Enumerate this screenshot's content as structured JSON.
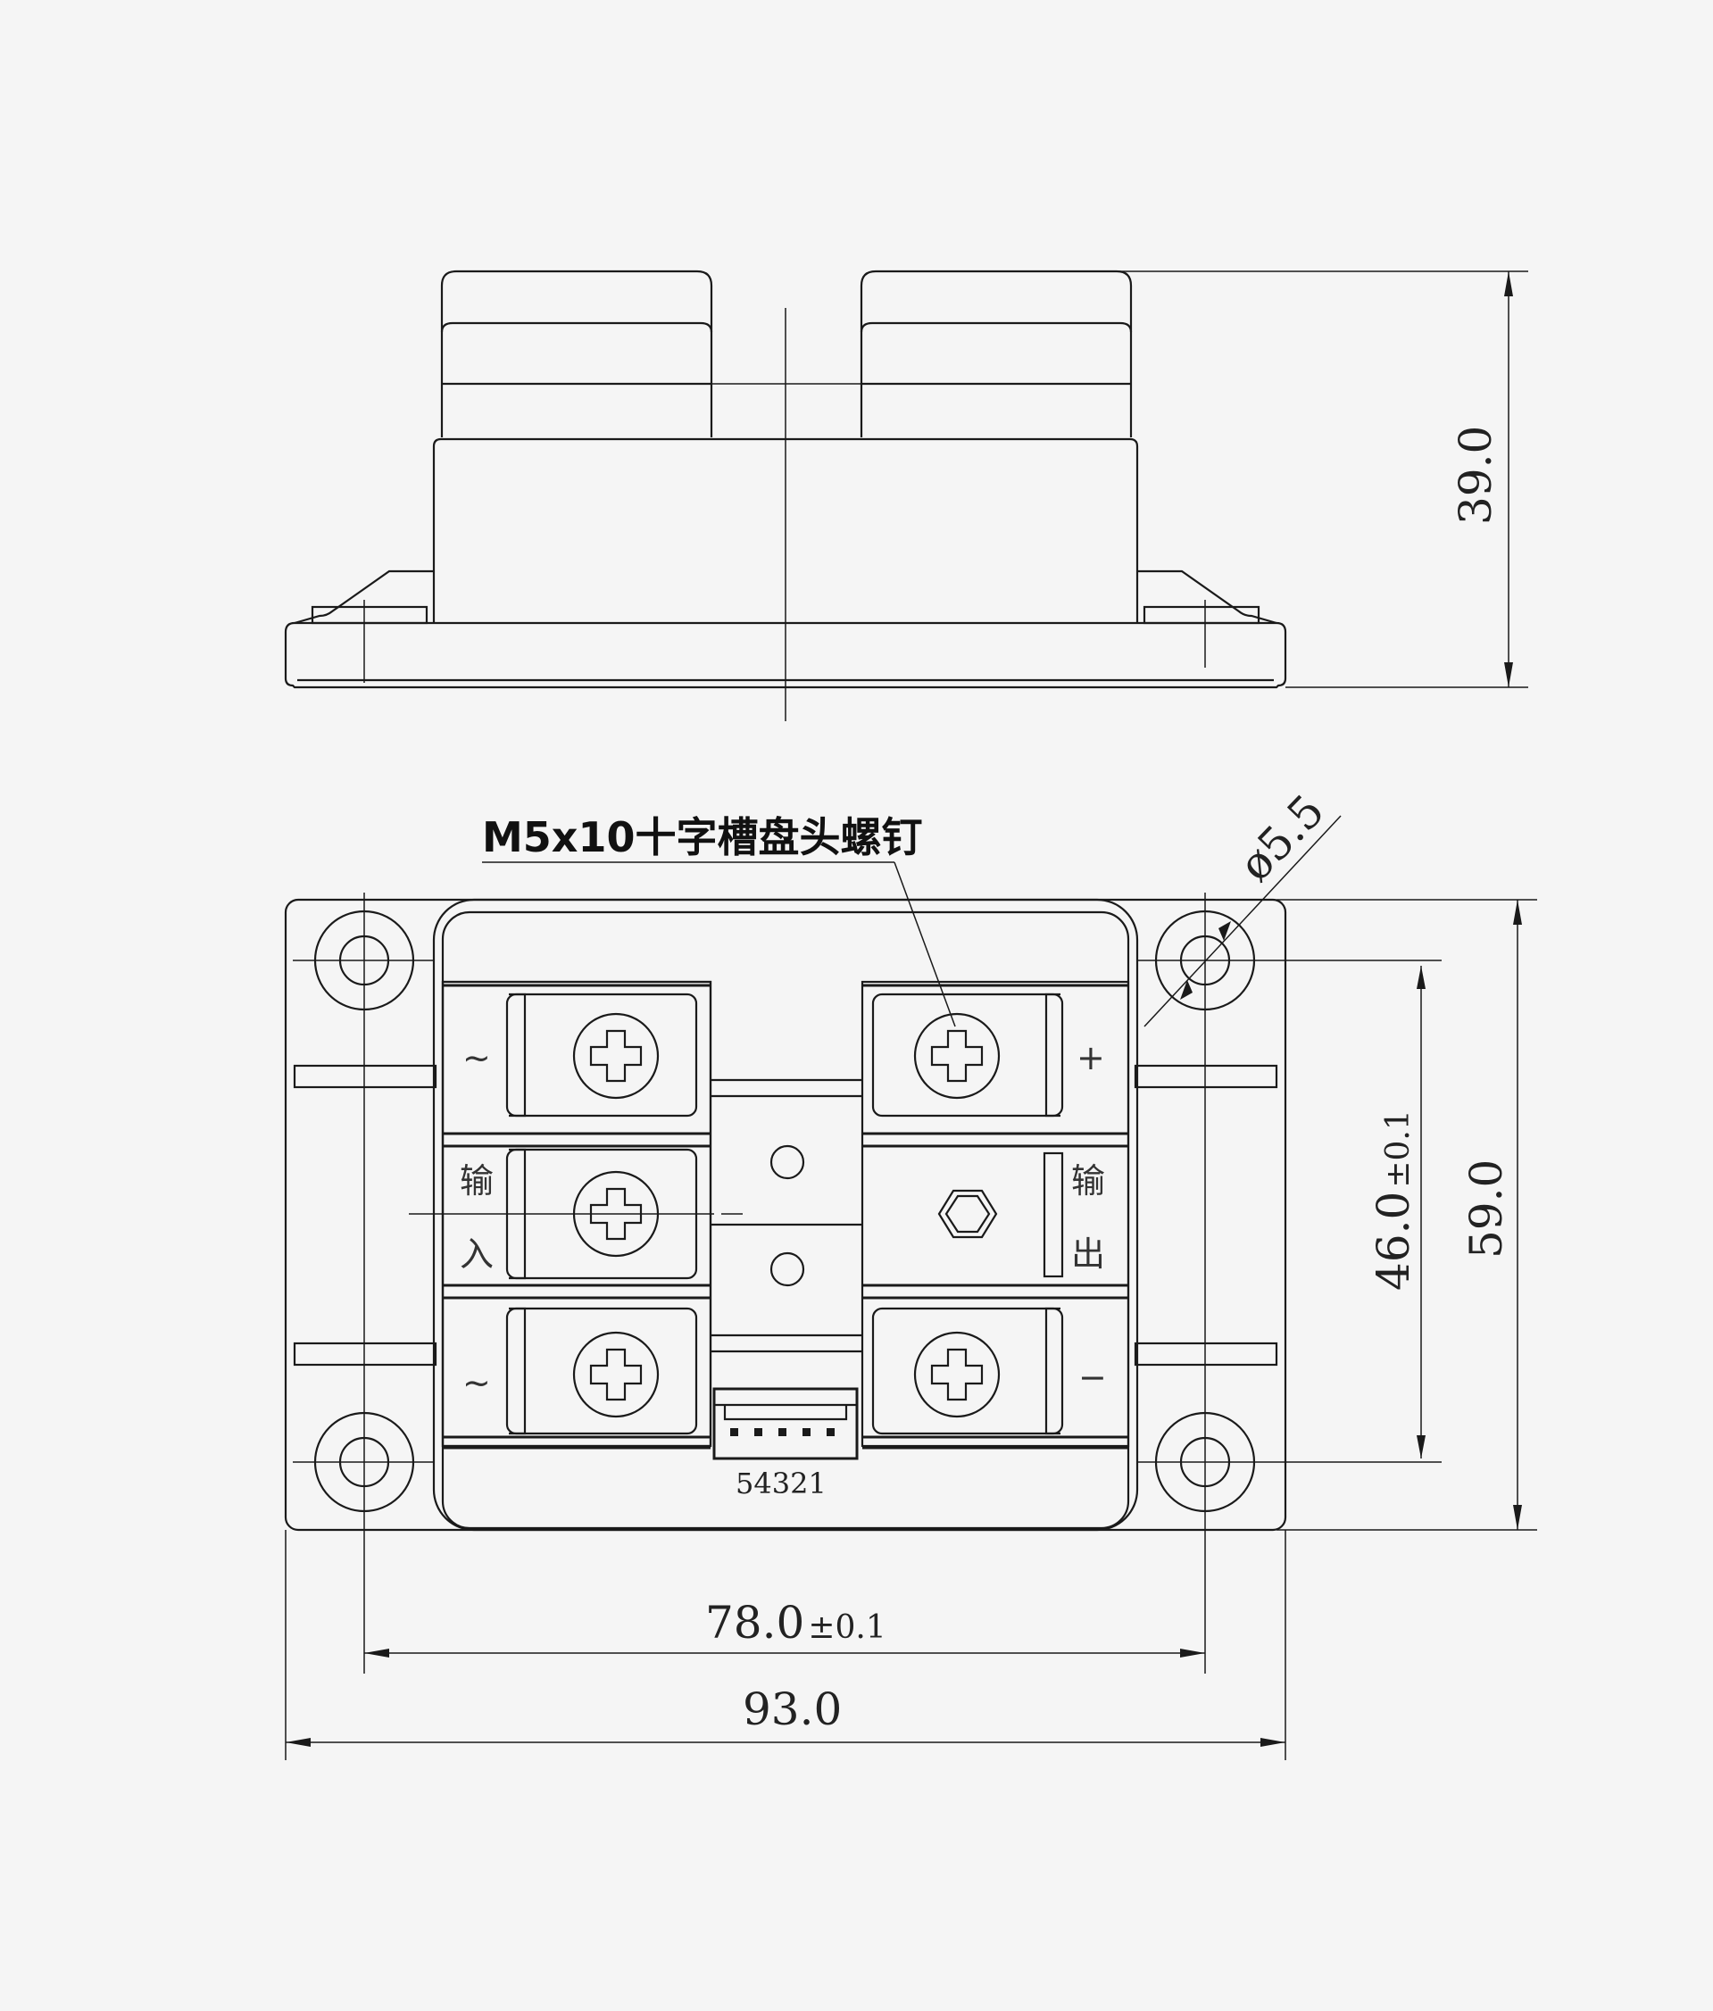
{
  "dimensions": {
    "height_side": "39.0",
    "hole_diameter": "ø5.5",
    "vertical_spacing": "46.0",
    "vertical_spacing_tol": "±0.1",
    "overall_height": "59.0",
    "horizontal_spacing": "78.0",
    "horizontal_spacing_tol": "±0.1",
    "overall_width": "93.0"
  },
  "callout": {
    "screw_label": "M5x10十字槽盘头螺钉"
  },
  "terminal_marks": {
    "ac_top": "~",
    "ac_bottom": "~",
    "input": [
      "输",
      "入"
    ],
    "output": [
      "输",
      "出"
    ],
    "plus": "+",
    "minus": "−"
  },
  "connector": {
    "pins": "54321"
  }
}
